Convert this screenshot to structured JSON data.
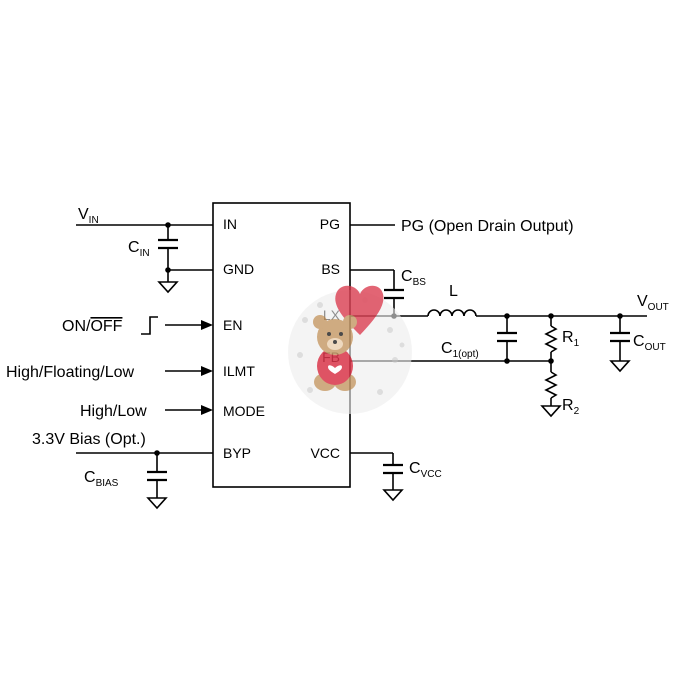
{
  "chip": {
    "pins_left": [
      "IN",
      "GND",
      "EN",
      "ILMT",
      "MODE",
      "BYP"
    ],
    "pins_right": [
      "PG",
      "BS",
      "LX",
      "FB",
      "VCC"
    ]
  },
  "signals": {
    "vin": {
      "main": "V",
      "sub": "IN"
    },
    "pg": "PG (Open Drain Output)",
    "on_off": {
      "on": "ON/",
      "off": "OFF"
    },
    "ilmt": "High/Floating/Low",
    "mode": "High/Low",
    "bias": "3.3V Bias (Opt.)",
    "vout": {
      "main": "V",
      "sub": "OUT"
    }
  },
  "components": {
    "cin": {
      "main": "C",
      "sub": "IN"
    },
    "cbs": {
      "main": "C",
      "sub": "BS"
    },
    "inductor": "L",
    "c1": {
      "main": "C",
      "sub": "1(opt)"
    },
    "r1": {
      "main": "R",
      "sub": "1"
    },
    "r2": {
      "main": "R",
      "sub": "2"
    },
    "cout": {
      "main": "C",
      "sub": "OUT"
    },
    "cbias": {
      "main": "C",
      "sub": "BIAS"
    },
    "cvcc": {
      "main": "C",
      "sub": "VCC"
    }
  },
  "watermark": "bear-with-heart-balloon"
}
